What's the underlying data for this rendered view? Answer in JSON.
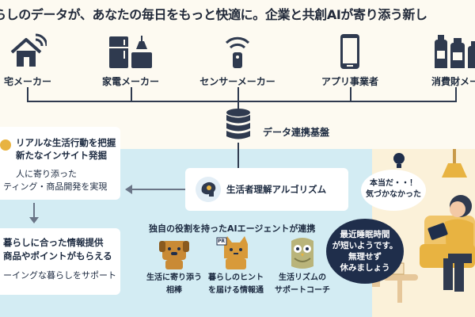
{
  "headline": "らしのデータが、あなたの毎日をもっと快適に。企業と共創AIが寄り添う新し",
  "makers": [
    {
      "label": "宅メーカー",
      "icon": "house-wifi-icon"
    },
    {
      "label": "家電メーカー",
      "icon": "appliances-icon"
    },
    {
      "label": "センサーメーカー",
      "icon": "sensor-icon"
    },
    {
      "label": "アプリ事業者",
      "icon": "smartphone-icon"
    },
    {
      "label": "消費財メー",
      "icon": "bottles-icon"
    }
  ],
  "hub": {
    "label": "データ連携基盤",
    "icon": "database-icon"
  },
  "left_top": {
    "title_line1": "リアルな生活行動を把握",
    "title_line2": "新たなインサイト発掘",
    "body_line1": "人に寄り添った",
    "body_line2": "ティング・商品開発を実現"
  },
  "left_bottom": {
    "title_line1": "暮らしに合った情報提供",
    "title_line2": "商品やポイントがもらえる",
    "body_line1": "ーイングな暮らしをサポート"
  },
  "algorithm": {
    "label": "生活者理解アルゴリズム",
    "icon": "brain-gear-icon"
  },
  "agents_title": "独自の役割を持ったAIエージェントが連携",
  "agents": [
    {
      "line1": "生活に寄り添う",
      "line2": "相棒",
      "icon": "dog-agent-icon"
    },
    {
      "line1": "暮らしのヒント",
      "line2": "を届ける情報通",
      "icon": "cat-agent-icon",
      "badge": "PR"
    },
    {
      "line1": "生活リズムの",
      "line2": "サポートコーチ",
      "icon": "owl-agent-icon"
    }
  ],
  "person_thought": {
    "line1": "本当だ・・！",
    "line2": "気づかなかった"
  },
  "ai_bubble": {
    "line1": "最近睡眠時間",
    "line2": "が短いようです。",
    "line3": "無理せず",
    "line4": "休みましょう"
  },
  "colors": {
    "navy": "#1f2e4b",
    "light_blue": "#d3ecf3",
    "cream": "#fbf1d9",
    "mustard": "#e8b341"
  }
}
